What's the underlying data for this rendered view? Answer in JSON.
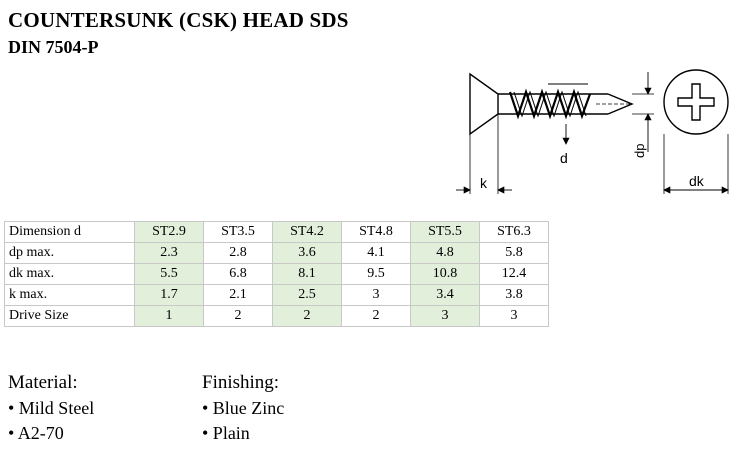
{
  "header": {
    "title": "COUNTERSUNK (CSK) HEAD SDS",
    "subtitle": "DIN 7504-P"
  },
  "drawing": {
    "label_k": "k",
    "label_d": "d",
    "label_dp": "dp",
    "label_dk": "dk"
  },
  "table": {
    "corner": "Dimension d",
    "columns": [
      "ST2.9",
      "ST3.5",
      "ST4.2",
      "ST4.8",
      "ST5.5",
      "ST6.3"
    ],
    "rows": [
      {
        "label": "dp max.",
        "values": [
          "2.3",
          "2.8",
          "3.6",
          "4.1",
          "4.8",
          "5.8"
        ]
      },
      {
        "label": "dk max.",
        "values": [
          "5.5",
          "6.8",
          "8.1",
          "9.5",
          "10.8",
          "12.4"
        ]
      },
      {
        "label": "k max.",
        "values": [
          "1.7",
          "2.1",
          "2.5",
          "3",
          "3.4",
          "3.8"
        ]
      },
      {
        "label": "Drive Size",
        "values": [
          "1",
          "2",
          "2",
          "2",
          "3",
          "3"
        ]
      }
    ]
  },
  "material": {
    "heading": "Material:",
    "items": [
      "• Mild Steel",
      "• A2-70"
    ]
  },
  "finishing": {
    "heading": "Finishing:",
    "items": [
      "• Blue Zinc",
      "• Plain"
    ]
  },
  "colors": {
    "highlight": "#e2efda",
    "grid": "#c8c8c8"
  }
}
